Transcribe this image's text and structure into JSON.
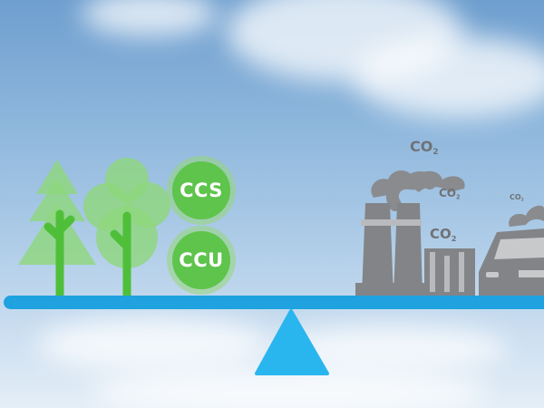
{
  "badges": {
    "ccs": "CCS",
    "ccu": "CCU"
  },
  "emissions": {
    "label": "CO",
    "subscript": "2"
  },
  "icons": [
    "pine-tree-icon",
    "round-tree-icon",
    "factory-icon",
    "car-icon",
    "smoke-cloud-icon"
  ],
  "colors": {
    "sky": "#8db6dc",
    "green": "#5ec44c",
    "tree_light": "#8fd77c",
    "beam": "#1fa2df",
    "fulcrum": "#29b6ee",
    "industry_gray": "#838487",
    "co2_text": "#707276"
  }
}
